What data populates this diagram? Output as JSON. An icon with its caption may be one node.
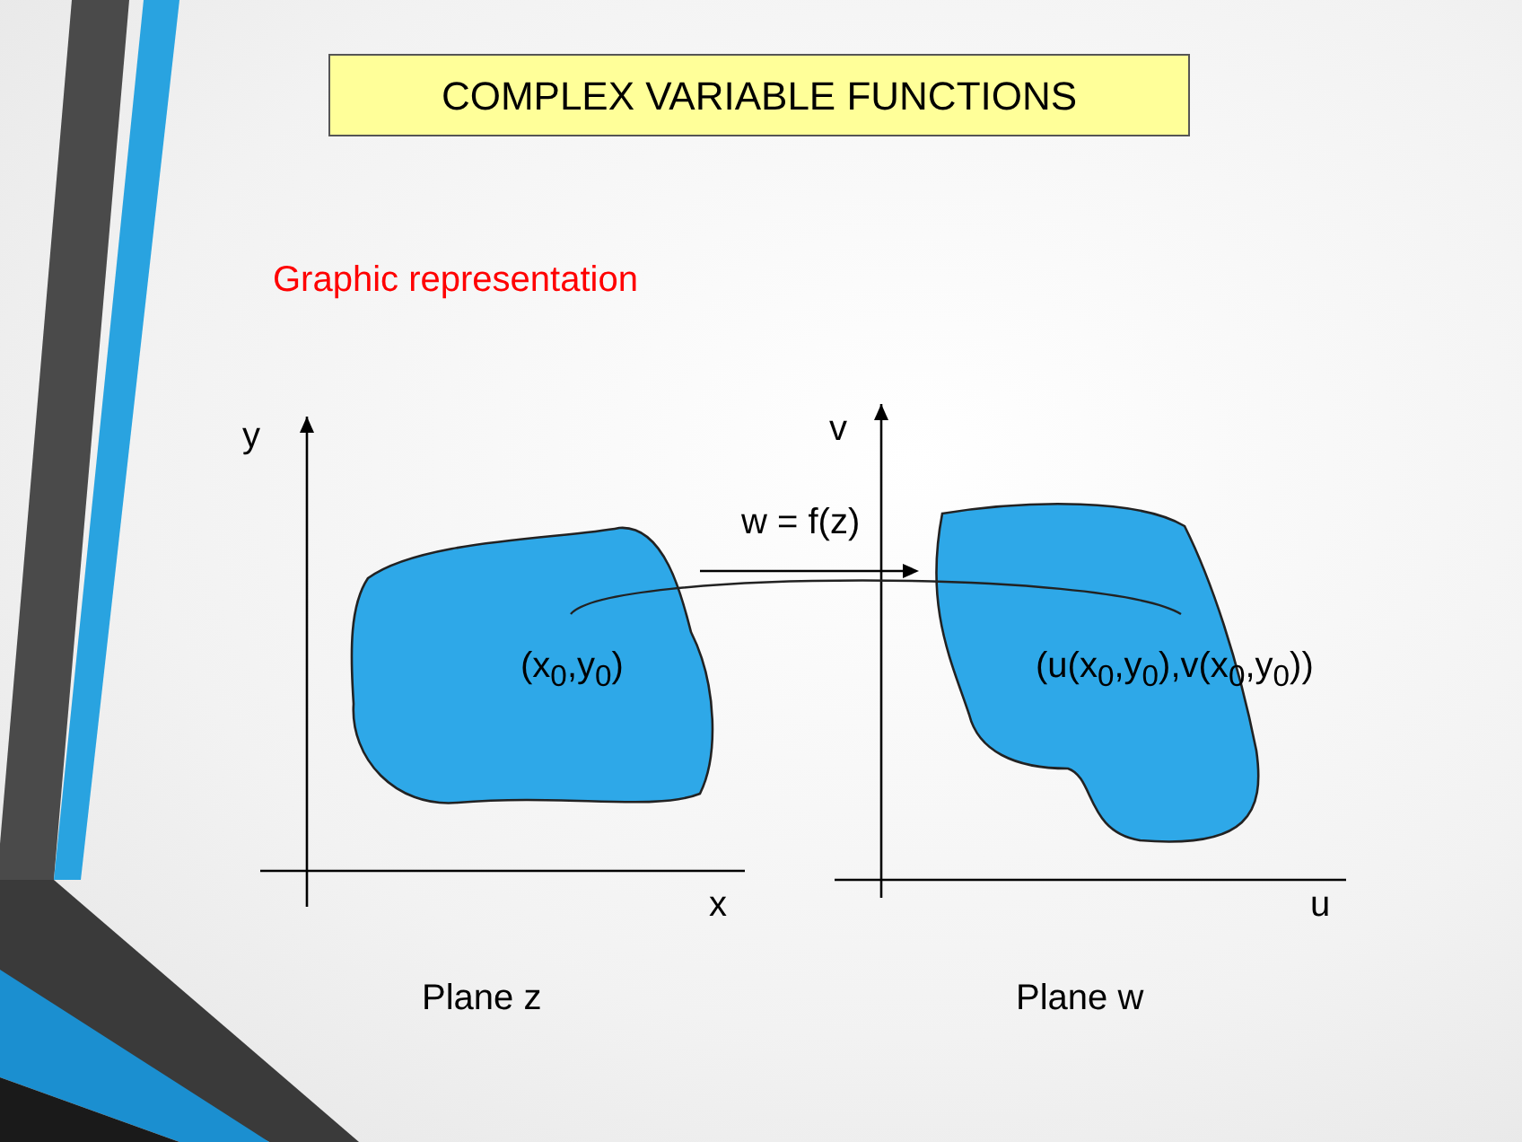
{
  "diagram": {
    "title": "COMPLEX VARIABLE FUNCTIONS",
    "nodes": [
      {
        "text": [
          "(x$_{0}$,y$_{0}$)"
        ]
      },
      {
        "text": [
          "(u(x$_{0}$,y$_{0}$),v(x$_{0}$,y$_{0}$))"
        ]
      }
    ],
    "edges": [
      {
        "from": 0,
        "to": 1,
        "arrow": "none"
      }
    ],
    "labels": [
      "Graphic representation",
      "y",
      "v",
      "w = f(z)",
      "x",
      "u",
      "Plane z",
      "Plane w"
    ]
  }
}
